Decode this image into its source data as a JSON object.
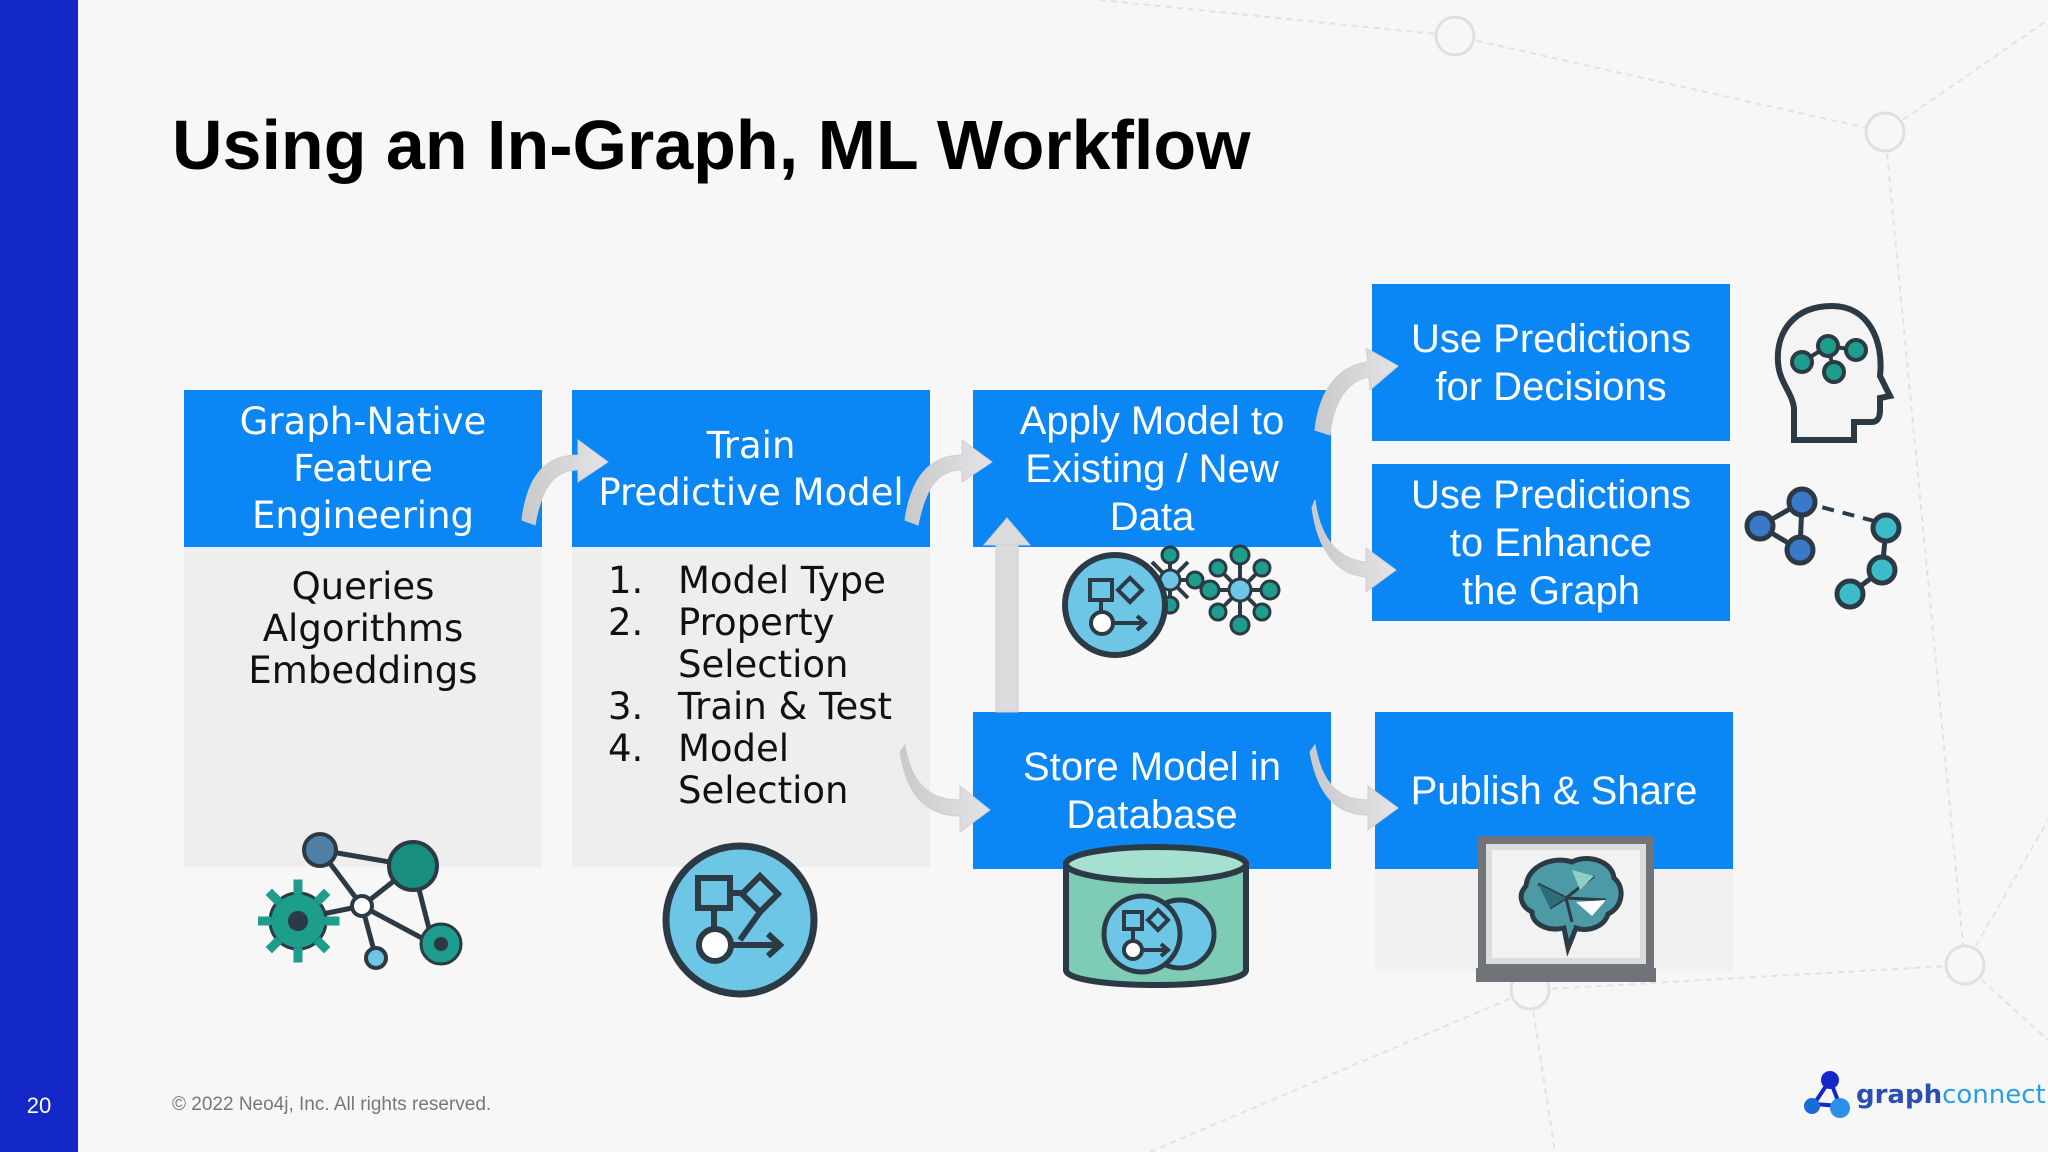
{
  "slide": {
    "page_number": "20",
    "title": "Using an In-Graph, ML Workflow",
    "footer": "© 2022 Neo4j, Inc. All rights reserved.",
    "logo": {
      "part1": "graph",
      "part2": "connect"
    }
  },
  "steps": {
    "feature": {
      "lines": [
        "Graph-Native",
        "Feature",
        "Engineering"
      ],
      "items": [
        "Queries",
        "Algorithms",
        "Embeddings"
      ]
    },
    "train": {
      "lines": [
        "Train",
        "Predictive Model"
      ],
      "list": [
        {
          "n": "1.",
          "text": "Model Type"
        },
        {
          "n": "2.",
          "text": "Property"
        },
        {
          "n": "",
          "text": "Selection"
        },
        {
          "n": "3.",
          "text": "Train & Test"
        },
        {
          "n": "4.",
          "text": "Model"
        },
        {
          "n": "",
          "text": "Selection"
        }
      ]
    },
    "apply": {
      "lines": [
        "Apply Model to",
        "Existing / New",
        "Data"
      ]
    },
    "store": {
      "lines": [
        "Store Model in",
        "Database"
      ]
    },
    "decisions": {
      "lines": [
        "Use Predictions",
        "for Decisions"
      ]
    },
    "enhance": {
      "lines": [
        "Use Predictions",
        "to Enhance",
        "the Graph"
      ]
    },
    "publish": {
      "lines": [
        "Publish & Share"
      ]
    }
  },
  "colors": {
    "sidebar": "#1428c8",
    "box": "#0a86f5",
    "panel": "#eeeeef",
    "teal": "#1e9c8c",
    "icon_blue": "#6ec6e6"
  },
  "icons": [
    "graph-gears-icon",
    "model-flow-icon",
    "apply-network-icon",
    "database-model-icon",
    "brain-head-icon",
    "graph-nodes-icon",
    "brain-monitor-icon"
  ]
}
